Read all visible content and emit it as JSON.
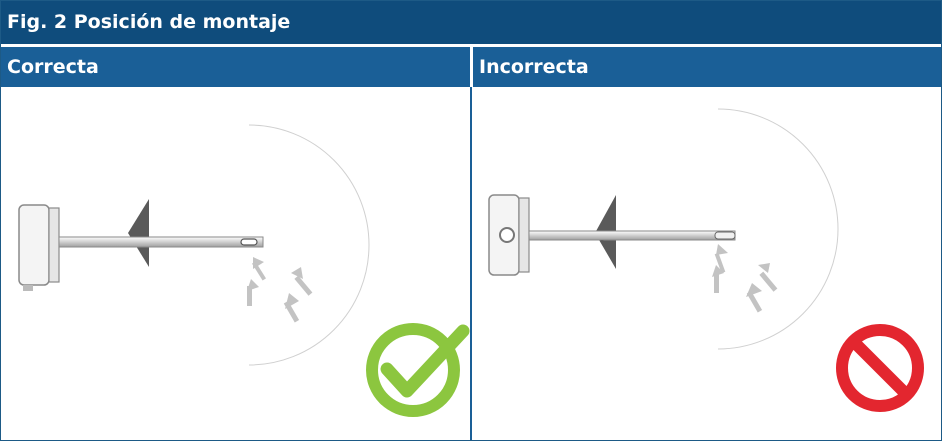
{
  "figure": {
    "title": "Fig. 2 Posición de montaje",
    "columns": [
      {
        "label": "Correcta",
        "status": "correct",
        "status_icon": "check-circle-icon",
        "status_color": "#8cc63f"
      },
      {
        "label": "Incorrecta",
        "status": "incorrect",
        "status_icon": "prohibited-icon",
        "status_color": "#e3262f"
      }
    ],
    "colors": {
      "title_bar": "#0f4c7c",
      "header_bar": "#1a5f97",
      "duct": "#9a9a9a",
      "arrows": "#bdbdbd"
    }
  }
}
